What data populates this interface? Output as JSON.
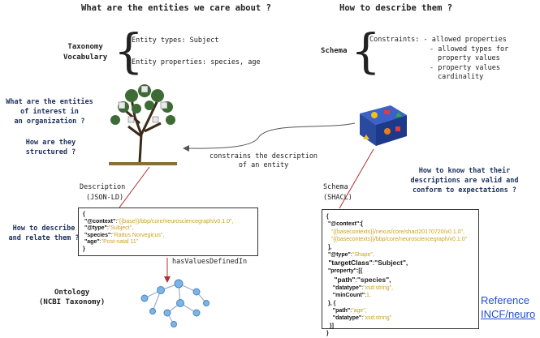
{
  "left_header": "What are the entities we care about ?",
  "right_header": "How to describe them ?",
  "taxonomy": {
    "label_line1": "Taxonomy",
    "label_line2": "Vocabulary",
    "item1": "Entity types: Subject",
    "item2": "Entity properties: species, age"
  },
  "schema": {
    "label": "Schema",
    "item1": "Constraints: - allowed properties",
    "item2": "- allowed types for",
    "item3": "property values",
    "item4": "- property values",
    "item5": "cardinality"
  },
  "questions": {
    "q1": [
      "What are the entities",
      "of interest in",
      "an organization ?"
    ],
    "q2": [
      "How are they",
      "structured ?"
    ],
    "q3": [
      "How to describe",
      "and relate them ?"
    ],
    "q4": [
      "How to know that their",
      "descriptions are valid and",
      "conform to expectations ?"
    ]
  },
  "edge_label": [
    "constrains the description",
    "of an entity"
  ],
  "description": {
    "title": "Description",
    "format": "(JSON-LD)"
  },
  "schema_box": {
    "title": "Schema",
    "format": "(SHACL)"
  },
  "has_values": "hasValuesDefinedIn",
  "ontology": {
    "line1": "Ontology",
    "line2": "(NCBI Taxonomy)"
  },
  "jsonld": {
    "open": "{",
    "context_key": "\"@context\"",
    "context_val": "\"{{base}}/bbp/core/neurosciencegraph/v0.1.0\",",
    "type_key": "\"@type\"",
    "type_val": "\"Subject\",",
    "species_key": "\"species\"",
    "species_val": "\"Rattus Norvegicus\",",
    "age_key": "\"age\"",
    "age_val": "\"Post-natal 11\"",
    "close": "}"
  },
  "shacl": {
    "open": "{",
    "context_key": "\"@context\"",
    "context_bracket": ":[",
    "ctx1": "\"{{basecontexts}}/nexus/core/shacl20170720/v0.1.0\",",
    "ctx2": "\"{{basecontexts}}/bbp/core/neurosciencegraph/v0.1.0\"",
    "ctx_close": "],",
    "type_key": "\"@type\"",
    "type_val": "\"Shape\",",
    "target_key": "\"targetClass\"",
    "target_val": "\"Subject\",",
    "property_key": "\"property\"",
    "property_open": ":[{",
    "path_key": "\"path\"",
    "path_val": "\"species\",",
    "datatype_key": "\"datatype\"",
    "datatype_val": "\"xsd:string\",",
    "mincount_key": "\"minCount\"",
    "mincount_val": "1,",
    "sep": "}, {",
    "path2_key": "\"path\"",
    "path2_val": "\"age\",",
    "datatype2_key": "\"datatype\"",
    "datatype2_val": "\"xsd:string\"",
    "close1": "}]",
    "close2": "}"
  },
  "reference": {
    "line1": "Reference",
    "line2": "INCF/neuro"
  }
}
